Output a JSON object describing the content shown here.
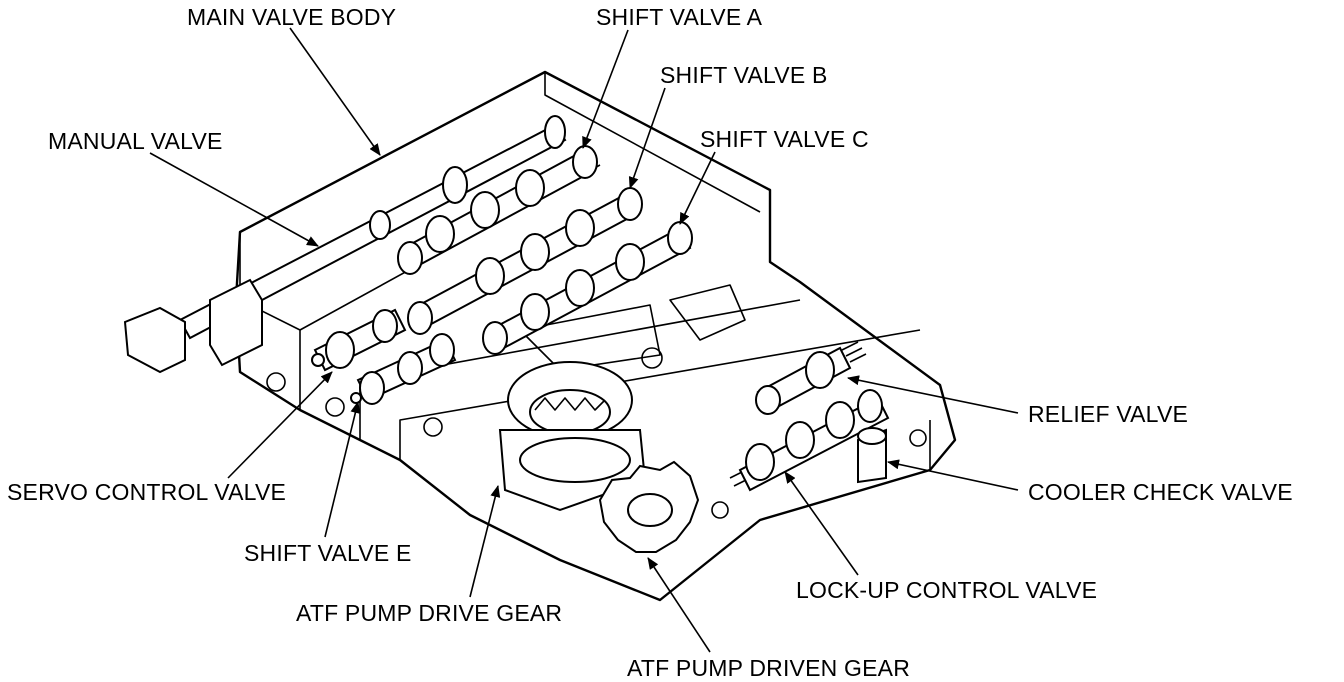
{
  "labels": {
    "main_valve_body": "MAIN VALVE BODY",
    "shift_valve_a": "SHIFT VALVE A",
    "shift_valve_b": "SHIFT VALVE B",
    "shift_valve_c": "SHIFT VALVE C",
    "manual_valve": "MANUAL VALVE",
    "relief_valve": "RELIEF VALVE",
    "cooler_check_valve": "COOLER CHECK VALVE",
    "servo_control_valve": "SERVO CONTROL VALVE",
    "shift_valve_e": "SHIFT VALVE E",
    "lock_up_control_valve": "LOCK-UP CONTROL VALVE",
    "atf_pump_drive_gear": "ATF PUMP DRIVE GEAR",
    "atf_pump_driven_gear": "ATF PUMP DRIVEN GEAR"
  }
}
